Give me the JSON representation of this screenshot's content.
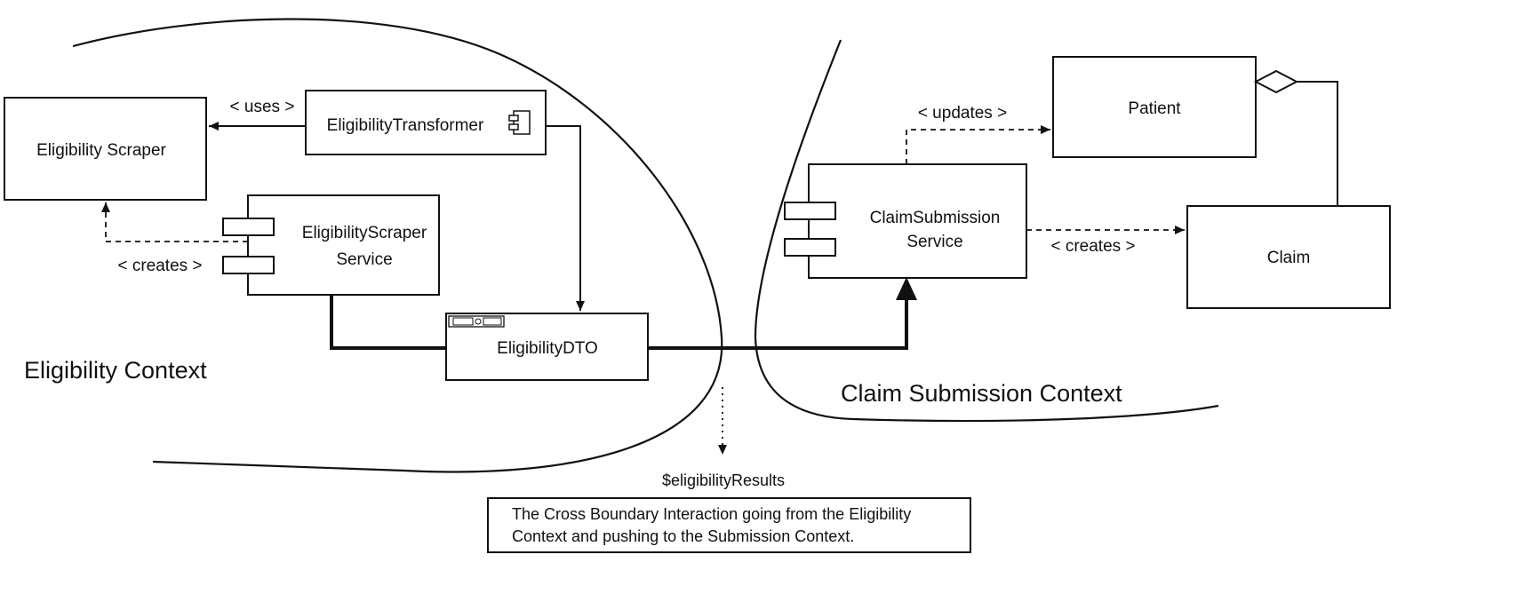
{
  "nodes": {
    "eligibility_scraper": "Eligibility Scraper",
    "eligibility_transformer": "EligibilityTransformer",
    "eligibility_scraper_service": [
      "EligibilityScraper",
      "Service"
    ],
    "eligibility_dto": "EligibilityDTO",
    "claim_submission_service": [
      "ClaimSubmission",
      "Service"
    ],
    "patient": "Patient",
    "claim": "Claim"
  },
  "edges": {
    "uses": "< uses >",
    "creates_left": "< creates >",
    "updates": "< updates >",
    "creates_right": "< creates >"
  },
  "contexts": {
    "eligibility": "Eligibility Context",
    "claim_submission": "Claim Submission Context"
  },
  "variable": "$eligibilityResults",
  "note": [
    "The Cross Boundary Interaction going from the Eligibility",
    "Context and pushing to the Submission Context."
  ]
}
